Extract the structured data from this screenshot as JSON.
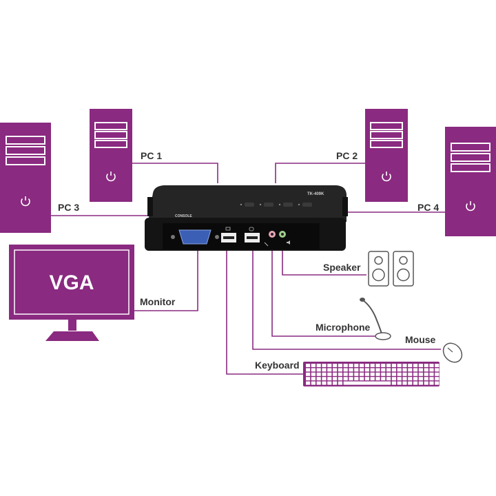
{
  "diagram": {
    "pcs": [
      {
        "label": "PC 1"
      },
      {
        "label": "PC 2"
      },
      {
        "label": "PC 3"
      },
      {
        "label": "PC 4"
      }
    ],
    "monitor": {
      "screen_text": "VGA",
      "label": "Monitor"
    },
    "devices": {
      "speaker": "Speaker",
      "microphone": "Microphone",
      "mouse": "Mouse",
      "keyboard": "Keyboard"
    },
    "kvm": {
      "model": "TK-409K",
      "console_label": "CONSOLE"
    },
    "colors": {
      "accent": "#8a2a80",
      "device_body": "#1c1c1c",
      "label_text": "#333333",
      "port_blue": "#3b5fb5"
    }
  }
}
